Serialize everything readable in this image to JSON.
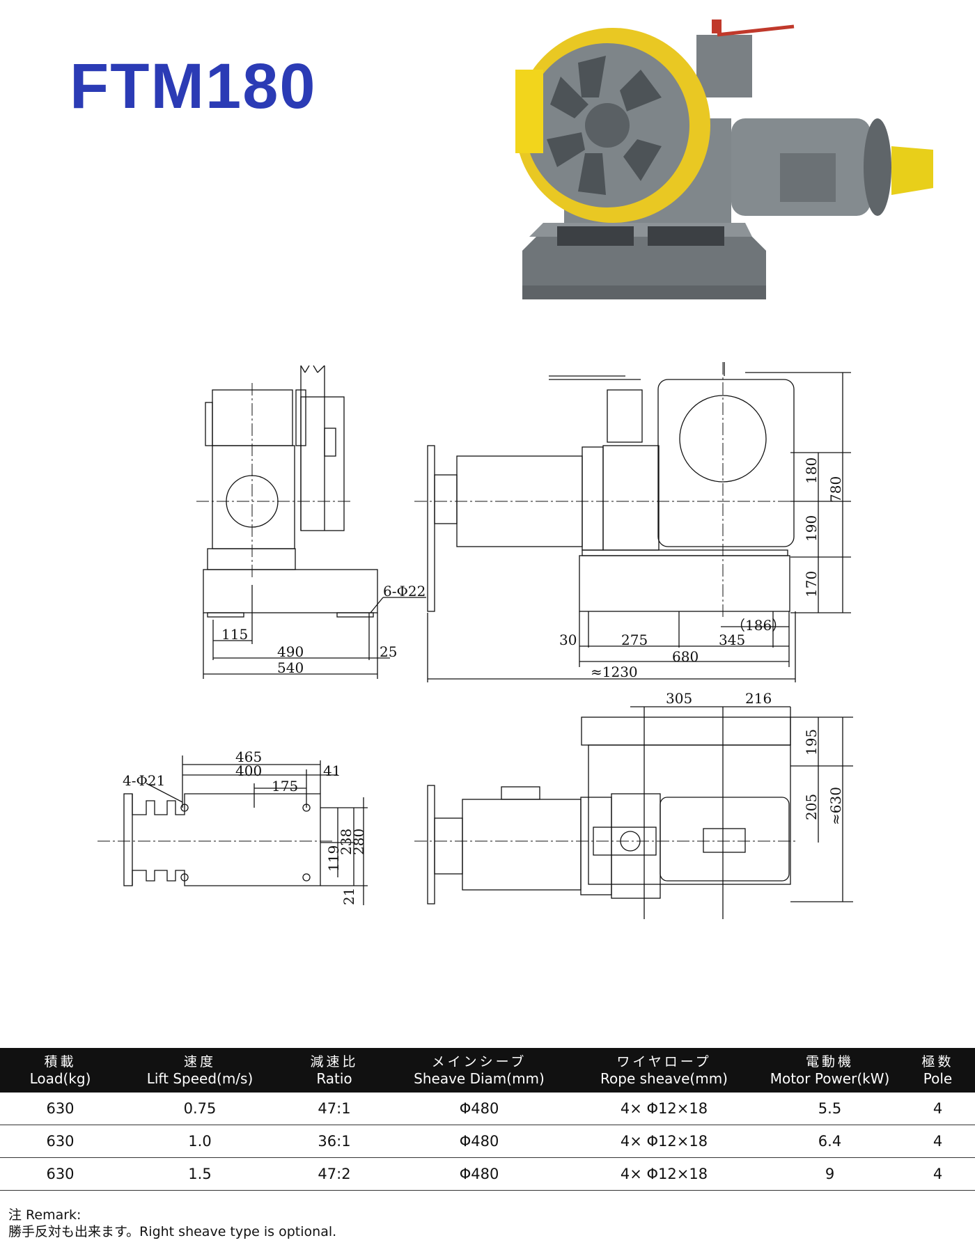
{
  "title": "FTM180",
  "side_view_dims": {
    "d115": "115",
    "d490": "490",
    "d540": "540",
    "d25": "25",
    "holes": "6-Φ22"
  },
  "front_view_dims": {
    "d180": "180",
    "d190": "190",
    "d170": "170",
    "d780": "780",
    "d186": "（186）",
    "d30": "30",
    "d275": "275",
    "d345": "345",
    "d680": "680",
    "d1230": "≈1230"
  },
  "base_plan_dims": {
    "holes": "4-Φ21",
    "d465": "465",
    "d400": "400",
    "d41": "41",
    "d175": "175",
    "d119": "119",
    "d238": "238",
    "d280": "280",
    "d21": "21"
  },
  "top_view_dims": {
    "d305": "305",
    "d216": "216",
    "d195": "195",
    "d205": "205",
    "d630": "≈630"
  },
  "table": {
    "headers": [
      {
        "jp": "積載",
        "en": "Load(kg)"
      },
      {
        "jp": "速度",
        "en": "Lift Speed(m/s)"
      },
      {
        "jp": "減速比",
        "en": "Ratio"
      },
      {
        "jp": "メインシーブ",
        "en": "Sheave Diam(mm)"
      },
      {
        "jp": "ワイヤロープ",
        "en": "Rope sheave(mm)"
      },
      {
        "jp": "電動機",
        "en": "Motor Power(kW)"
      },
      {
        "jp": "極数",
        "en": "Pole"
      }
    ],
    "rows": [
      [
        "630",
        "0.75",
        "47:1",
        "Φ480",
        "4× Φ12×18",
        "5.5",
        "4"
      ],
      [
        "630",
        "1.0",
        "36:1",
        "Φ480",
        "4× Φ12×18",
        "6.4",
        "4"
      ],
      [
        "630",
        "1.5",
        "47:2",
        "Φ480",
        "4× Φ12×18",
        "9",
        "4"
      ]
    ]
  },
  "remark": {
    "label": "注  Remark:",
    "text": "勝手反対も出来ます。Right sheave type is optional."
  },
  "colors": {
    "title": "#2b3bb5",
    "machine_gray": "#7d8387",
    "guard_yellow": "#f0d21a",
    "header_bg": "#111111"
  }
}
